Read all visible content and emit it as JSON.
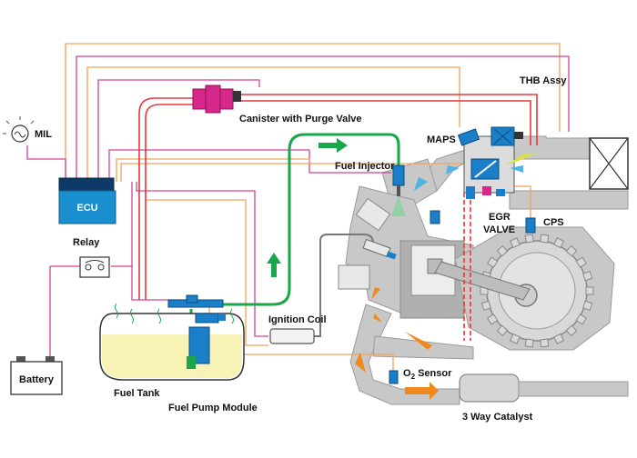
{
  "labels": {
    "mil": "MIL",
    "ecu": "ECU",
    "relay": "Relay",
    "battery": "Battery",
    "fuel_tank": "Fuel Tank",
    "fuel_pump_module": "Fuel Pump Module",
    "canister": "Canister with Purge Valve",
    "fuel_injector": "Fuel Injector",
    "ignition_coil": "Ignition Coil",
    "maps": "MAPS",
    "thb_assy": "THB Assy",
    "egr_valve_1": "EGR",
    "egr_valve_2": "VALVE",
    "cps": "CPS",
    "o2_sensor_prefix": "O",
    "o2_sensor_sub": "2",
    "o2_sensor_suffix": " Sensor",
    "catalyst": "3 Way Catalyst"
  },
  "colors": {
    "ecu_blue": "#1a8fd0",
    "fuel_line_green": "#1aa64a",
    "vapor_line_red": "#e8383d",
    "wire_orange": "#f2a25a",
    "wire_magenta": "#d0449a",
    "engine_grey": "#c8c8c8",
    "exhaust_arrow": "#f08a1e",
    "intake_arrow": "#4fb3e6",
    "canister_magenta": "#d6278a",
    "sensor_blue": "#1a7fc8"
  },
  "icons": {
    "mil": "engine-warning-lamp-icon",
    "battery": "battery-icon",
    "relay": "relay-icon"
  }
}
